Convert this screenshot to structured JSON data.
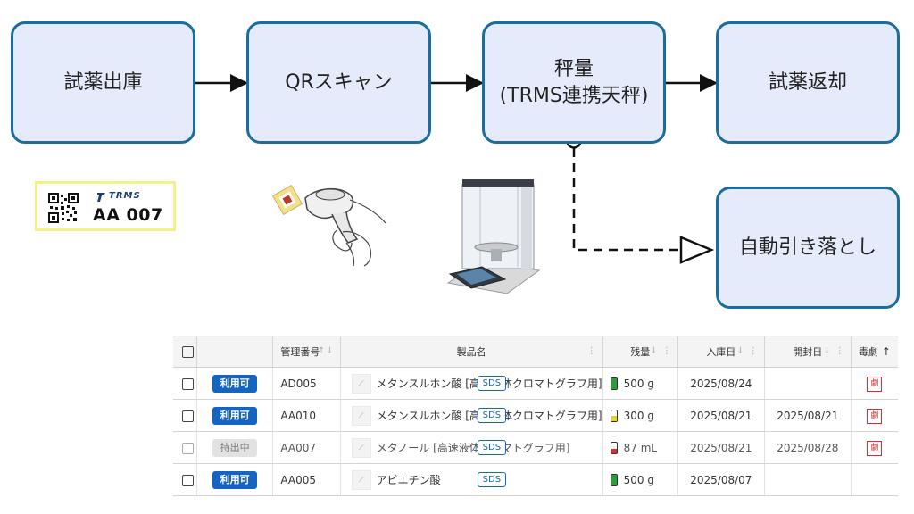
{
  "diagram": {
    "nodes": {
      "issue": "試薬出庫",
      "scan": "QRスキャン",
      "weigh_line1": "秤量",
      "weigh_line2": "(TRMS連携天秤)",
      "return": "試薬返却",
      "auto": "自動引き落とし"
    },
    "colors": {
      "node_border": "#1a6e9e",
      "node_fill": "#e6ebfb",
      "edge": "#111111"
    }
  },
  "qr_label": {
    "brand": "TRMS",
    "code": "AA 007",
    "border_color": "#f4f08a"
  },
  "table": {
    "headers": {
      "kanri": "管理番号",
      "product": "製品名",
      "remain": "残量",
      "received": "入庫日",
      "opened": "開封日",
      "poison": "毒劇"
    },
    "sds_label": "SDS",
    "rows": [
      {
        "status": "利用可",
        "status_active": true,
        "id": "AD005",
        "product": "メタンスルホン酸 [高速液体クロマトグラフ用]",
        "qty": "500 g",
        "level": 1.0,
        "level_color": "#2e9e3a",
        "received": "2025/08/24",
        "opened": "",
        "poison": "劇"
      },
      {
        "status": "利用可",
        "status_active": true,
        "id": "AA010",
        "product": "メタンスルホン酸 [高速液体クロマトグラフ用]",
        "qty": "300 g",
        "level": 0.45,
        "level_color": "#e8d21a",
        "received": "2025/08/21",
        "opened": "2025/08/21",
        "poison": "劇"
      },
      {
        "status": "持出中",
        "status_active": false,
        "id": "AA007",
        "product": "メタノール [高速液体クロマトグラフ用]",
        "qty": "87 mL",
        "level": 0.35,
        "level_color": "#d32f2f",
        "received": "2025/08/21",
        "opened": "2025/08/28",
        "poison": "劇"
      },
      {
        "status": "利用可",
        "status_active": true,
        "id": "AA005",
        "product": "アビエチン酸",
        "qty": "500 g",
        "level": 1.0,
        "level_color": "#2e9e3a",
        "received": "2025/08/07",
        "opened": "",
        "poison": ""
      }
    ]
  }
}
